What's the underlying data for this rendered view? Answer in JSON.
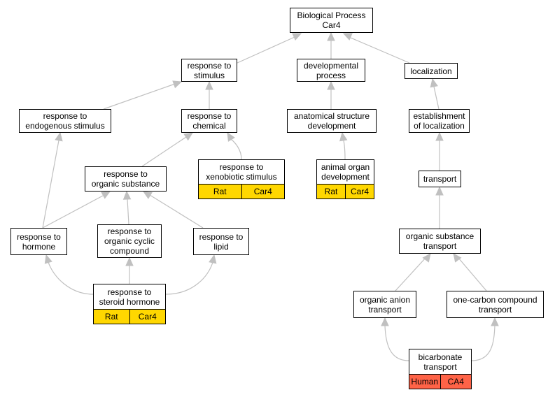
{
  "nodes": {
    "bio": {
      "lines": [
        "Biological Process",
        "Car4"
      ]
    },
    "stim": {
      "lines": [
        "response to",
        "stimulus"
      ]
    },
    "dev": {
      "lines": [
        "developmental",
        "process"
      ]
    },
    "loc": {
      "lines": [
        "localization"
      ]
    },
    "endo": {
      "lines": [
        "response to",
        "endogenous stimulus"
      ]
    },
    "chem": {
      "lines": [
        "response to",
        "chemical"
      ]
    },
    "anat": {
      "lines": [
        "anatomical structure",
        "development"
      ]
    },
    "estab": {
      "lines": [
        "establishment",
        "of localization"
      ]
    },
    "org": {
      "lines": [
        "response to",
        "organic substance"
      ]
    },
    "xeno": {
      "lines": [
        "response to",
        "xenobiotic stimulus"
      ],
      "tags": [
        "Rat",
        "Car4"
      ]
    },
    "organ": {
      "lines": [
        "animal organ",
        "development"
      ],
      "tags": [
        "Rat",
        "Car4"
      ]
    },
    "transport": {
      "lines": [
        "transport"
      ]
    },
    "hormone": {
      "lines": [
        "response to",
        "hormone"
      ]
    },
    "cyclic": {
      "lines": [
        "response to",
        "organic cyclic",
        "compound"
      ]
    },
    "lipid": {
      "lines": [
        "response to",
        "lipid"
      ]
    },
    "ost": {
      "lines": [
        "organic substance",
        "transport"
      ]
    },
    "steroid": {
      "lines": [
        "response to",
        "steroid hormone"
      ],
      "tags": [
        "Rat",
        "Car4"
      ]
    },
    "anion": {
      "lines": [
        "organic anion",
        "transport"
      ]
    },
    "onecarbon": {
      "lines": [
        "one-carbon compound",
        "transport"
      ]
    },
    "bicarb": {
      "lines": [
        "bicarbonate",
        "transport"
      ],
      "tags": [
        "Human",
        "CA4"
      ]
    }
  },
  "colors": {
    "edge": "#c0c0c0",
    "rat_tag": "#ffd700",
    "human_tag": "#ff6347"
  }
}
